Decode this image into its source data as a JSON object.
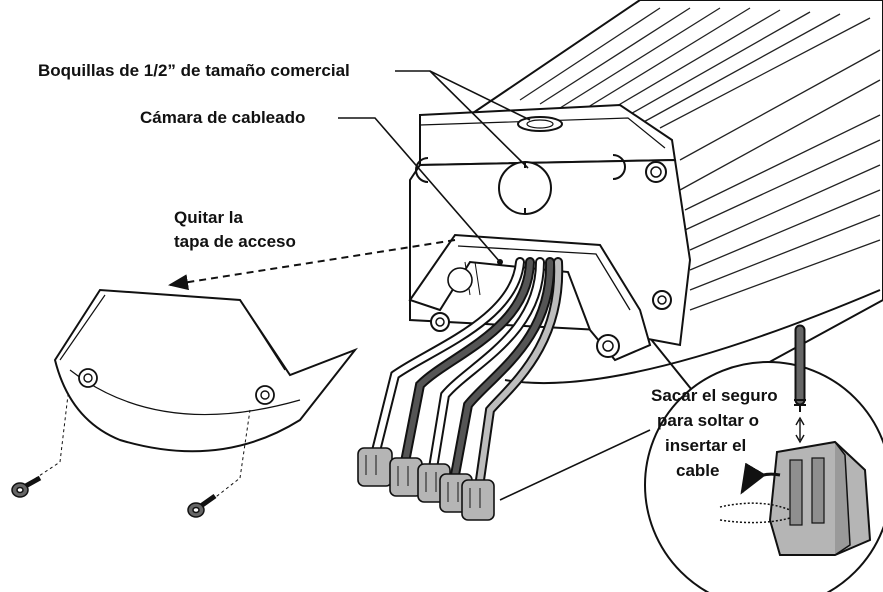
{
  "labels": {
    "nozzles": "Boquillas de 1/2” de tamaño comercial",
    "chamber": "Cámara de cableado",
    "remove_line1": "Quitar la",
    "remove_line2": "tapa de acceso",
    "lock_line1": "Sacar el seguro",
    "lock_line2": "para soltar o",
    "lock_line3": "insertar el",
    "lock_line4": "cable"
  },
  "colors": {
    "line": "#111111",
    "fixture": "#ffffff",
    "connector": "#b5b5b5",
    "wire_dark": "#555555",
    "wire_light": "#bdbdbd"
  },
  "icons": [
    "screw-icon",
    "curved-arrow-icon",
    "double-arrow-icon"
  ]
}
